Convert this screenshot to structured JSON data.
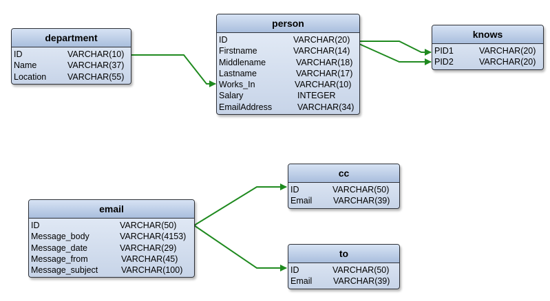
{
  "colors": {
    "connector": "#1f8a1f",
    "header_top": "#d7e3f4",
    "header_bottom": "#a9bedd",
    "border": "#2c2f36"
  },
  "tables": {
    "department": {
      "title": "department",
      "fields": [
        {
          "name": "ID",
          "type": "VARCHAR(10)"
        },
        {
          "name": "Name",
          "type": "VARCHAR(37)"
        },
        {
          "name": "Location",
          "type": "VARCHAR(55)"
        }
      ]
    },
    "person": {
      "title": "person",
      "fields": [
        {
          "name": "ID",
          "type": "VARCHAR(20)"
        },
        {
          "name": "Firstname",
          "type": "VARCHAR(14)"
        },
        {
          "name": "Middlename",
          "type": "VARCHAR(18)"
        },
        {
          "name": "Lastname",
          "type": "VARCHAR(17)"
        },
        {
          "name": "Works_In",
          "type": "VARCHAR(10)"
        },
        {
          "name": "Salary",
          "type": "INTEGER"
        },
        {
          "name": "EmailAddress",
          "type": "VARCHAR(34)"
        }
      ]
    },
    "knows": {
      "title": "knows",
      "fields": [
        {
          "name": "PID1",
          "type": "VARCHAR(20)"
        },
        {
          "name": "PID2",
          "type": "VARCHAR(20)"
        }
      ]
    },
    "email": {
      "title": "email",
      "fields": [
        {
          "name": "ID",
          "type": "VARCHAR(50)"
        },
        {
          "name": "Message_body",
          "type": "VARCHAR(4153)"
        },
        {
          "name": "Message_date",
          "type": "VARCHAR(29)"
        },
        {
          "name": "Message_from",
          "type": "VARCHAR(45)"
        },
        {
          "name": "Message_subject",
          "type": "VARCHAR(100)"
        }
      ]
    },
    "cc": {
      "title": "cc",
      "fields": [
        {
          "name": "ID",
          "type": "VARCHAR(50)"
        },
        {
          "name": "Email",
          "type": "VARCHAR(39)"
        }
      ]
    },
    "to": {
      "title": "to",
      "fields": [
        {
          "name": "ID",
          "type": "VARCHAR(50)"
        },
        {
          "name": "Email",
          "type": "VARCHAR(39)"
        }
      ]
    }
  },
  "relationships": [
    {
      "from": "department.ID",
      "to": "person.Works_In"
    },
    {
      "from": "person.ID",
      "to": "knows.PID1"
    },
    {
      "from": "person.ID",
      "to": "knows.PID2"
    },
    {
      "from": "email.ID",
      "to": "cc.ID"
    },
    {
      "from": "email.ID",
      "to": "to.ID"
    }
  ]
}
